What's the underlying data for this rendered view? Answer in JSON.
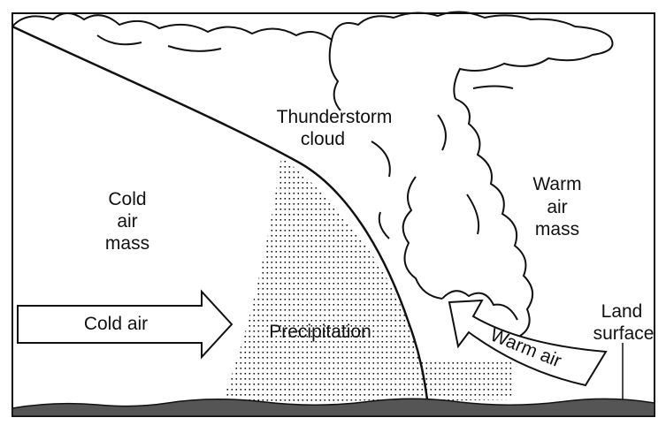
{
  "labels": {
    "thunderstorm_cloud": [
      "Thunderstorm",
      "cloud"
    ],
    "cold_air_mass": [
      "Cold",
      "air",
      "mass"
    ],
    "warm_air_mass": [
      "Warm",
      "air",
      "mass"
    ],
    "cold_air_arrow": "Cold air",
    "precipitation": "Precipitation",
    "warm_air_arrow": "Warm air",
    "land_surface": [
      "Land",
      "surface"
    ]
  },
  "colors": {
    "line": "#111111",
    "ground": "#555555",
    "background": "#ffffff"
  },
  "icons": {
    "cold_air_arrow": "right-arrow-icon",
    "warm_air_arrow": "curved-up-left-arrow-icon"
  }
}
